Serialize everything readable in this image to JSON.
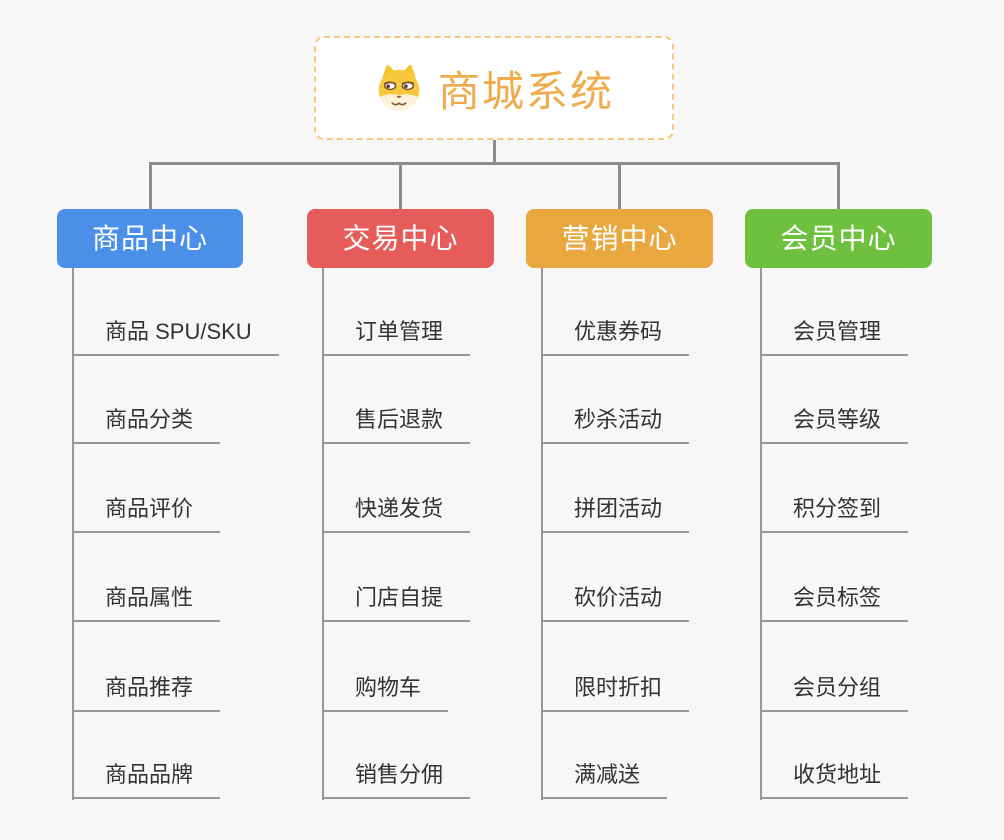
{
  "root": {
    "title": "商城系统",
    "icon": "dog-face-icon",
    "border_color": "#f5c87e",
    "text_color": "#f0ab4c"
  },
  "connector_color": "#8c8c8c",
  "background_color": "#f7f7f7",
  "branches": [
    {
      "label": "商品中心",
      "color": "#4b90e8",
      "items": [
        "商品 SPU/SKU",
        "商品分类",
        "商品评价",
        "商品属性",
        "商品推荐",
        "商品品牌"
      ]
    },
    {
      "label": "交易中心",
      "color": "#e65c5b",
      "items": [
        "订单管理",
        "售后退款",
        "快递发货",
        "门店自提",
        "购物车",
        "销售分佣"
      ]
    },
    {
      "label": "营销中心",
      "color": "#e9a83f",
      "items": [
        "优惠券码",
        "秒杀活动",
        "拼团活动",
        "砍价活动",
        "限时折扣",
        "满减送"
      ]
    },
    {
      "label": "会员中心",
      "color": "#6ec13e",
      "items": [
        "会员管理",
        "会员等级",
        "积分签到",
        "会员标签",
        "会员分组",
        "收货地址"
      ]
    }
  ]
}
